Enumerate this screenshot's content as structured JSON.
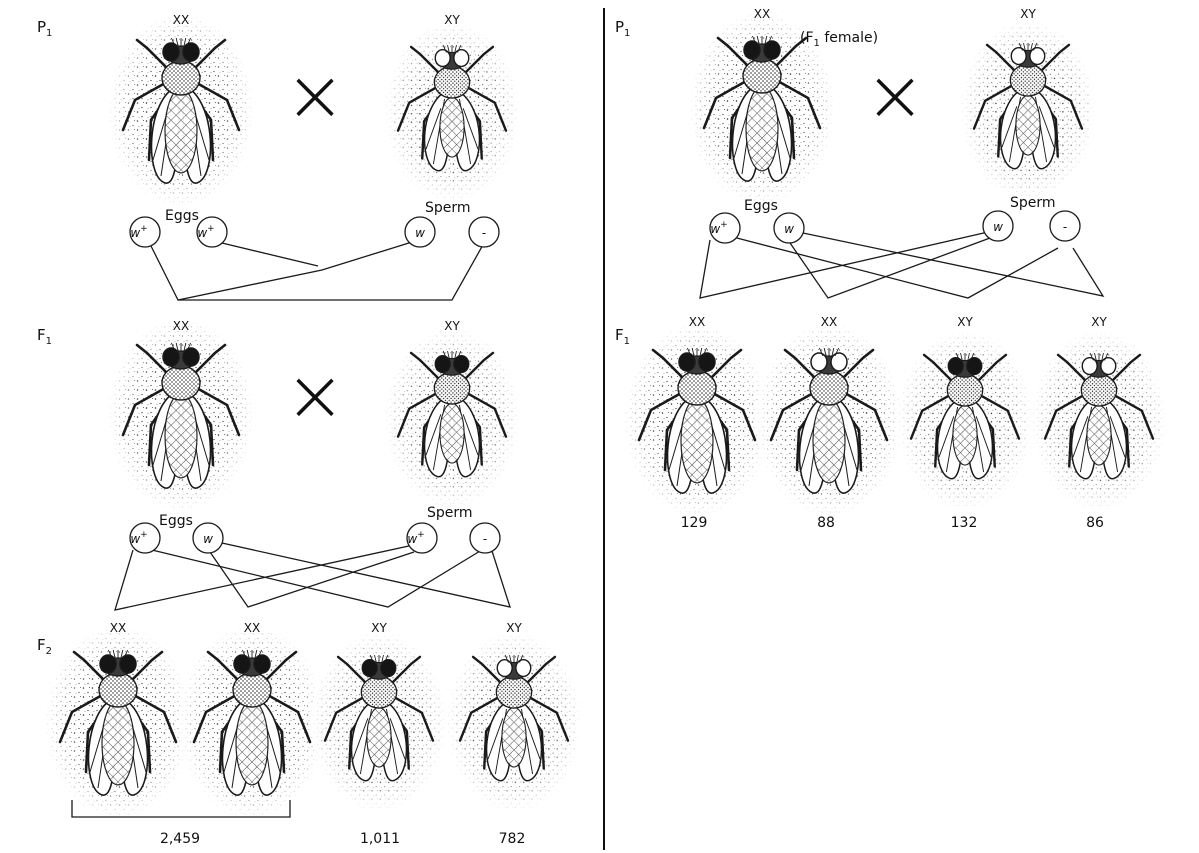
{
  "generations": {
    "p1_left": {
      "main": "P",
      "sub": "1"
    },
    "f1_left": {
      "main": "F",
      "sub": "1"
    },
    "f2_left": {
      "main": "F",
      "sub": "2"
    },
    "p1_right": {
      "main": "P",
      "sub": "1"
    },
    "f1_right": {
      "main": "F",
      "sub": "1"
    }
  },
  "sex": {
    "female": "XX",
    "male": "XY"
  },
  "note_right_p1": {
    "prefix": "(F",
    "sub": "1",
    "suffix": " female)"
  },
  "labels": {
    "eggs": "Eggs",
    "sperm": "Sperm"
  },
  "cross_symbol": "×",
  "alleles": {
    "wplus_base": "w",
    "wplus_sup": "+",
    "w": "w",
    "y_null": "-"
  },
  "counts": {
    "left_f2_females": "2,459",
    "left_f2_red_males": "1,011",
    "left_f2_white_males": "782",
    "right_f1": [
      "129",
      "88",
      "132",
      "86"
    ]
  },
  "colors": {
    "ink": "#1a1a1a",
    "stipple": "#2a2a2a",
    "eye_red": "#151515",
    "eye_white": "#ffffff"
  }
}
